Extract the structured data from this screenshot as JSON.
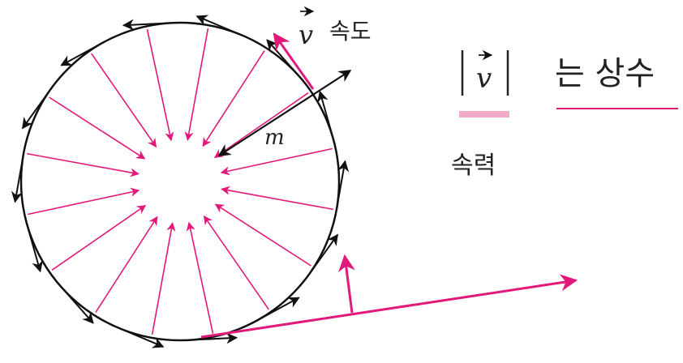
{
  "labels": {
    "velocity_symbol": "v",
    "velocity_word": "속도",
    "magnitude_symbol": "v",
    "is_constant": "는 상수",
    "speed_word": "속력",
    "radius_symbol": "m"
  },
  "colors": {
    "velocity_arrow": "#111111",
    "acceleration_arrow": "#e0197a",
    "circle": "#111111",
    "underline_pink": "#f3a9c8",
    "underline_magenta": "#e0197a"
  },
  "counts": {
    "acceleration_arrows": 16,
    "velocity_arrows": 14
  }
}
